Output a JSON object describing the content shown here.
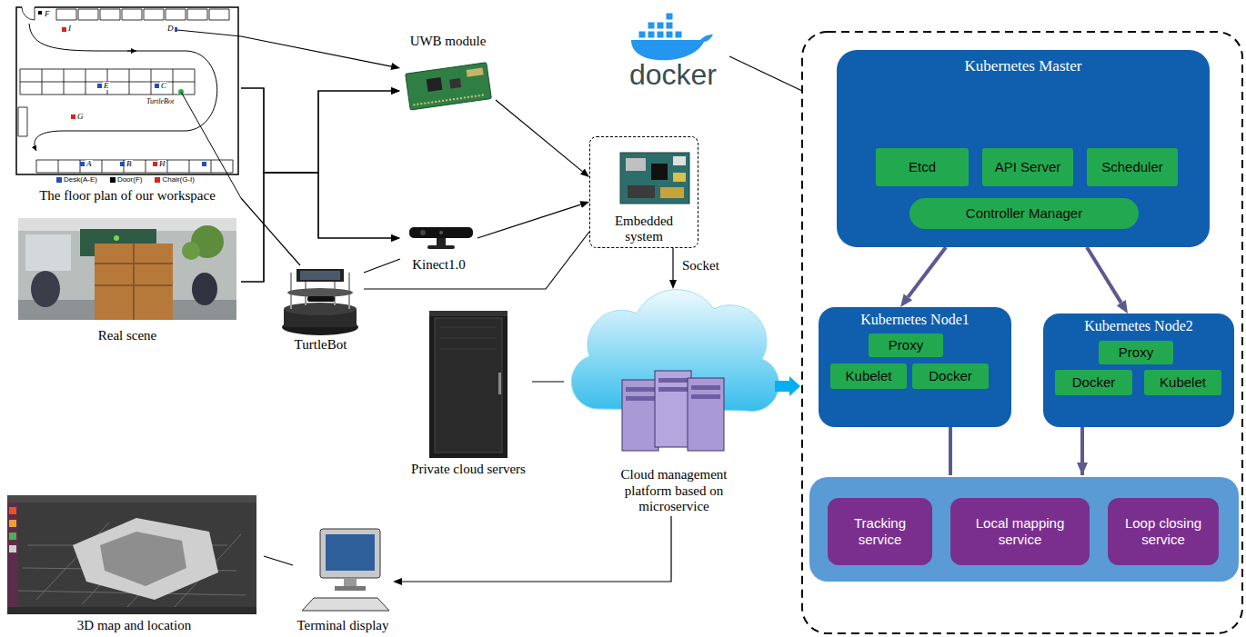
{
  "diagram": {
    "nodes": [
      {
        "text": [
          "The floor plan of our workspace"
        ]
      },
      {
        "text": [
          "Real scene"
        ]
      },
      {
        "text": [
          "UWB module"
        ]
      },
      {
        "text": [
          "Kinect1.0"
        ]
      },
      {
        "text": [
          "TurtleBot"
        ]
      },
      {
        "text": [
          "Embedded system"
        ]
      },
      {
        "text": [
          "Private cloud servers"
        ]
      },
      {
        "text": [
          "Cloud management platform based on microservice"
        ]
      },
      {
        "text": [
          "Terminal display"
        ]
      },
      {
        "text": [
          "3D map and location"
        ]
      },
      {
        "text": [
          "docker"
        ]
      },
      {
        "text": [
          "Kubernetes Master"
        ]
      },
      {
        "text": [
          "Etcd"
        ],
        "in": 11
      },
      {
        "text": [
          "API Server"
        ],
        "in": 11
      },
      {
        "text": [
          "Scheduler"
        ],
        "in": 11
      },
      {
        "text": [
          "Controller Manager"
        ],
        "in": 11
      },
      {
        "text": [
          "Kubernetes Node1"
        ]
      },
      {
        "text": [
          "Proxy"
        ],
        "in": 16
      },
      {
        "text": [
          "Kubelet"
        ],
        "in": 16
      },
      {
        "text": [
          "Docker"
        ],
        "in": 16
      },
      {
        "text": [
          "Kubernetes Node2"
        ]
      },
      {
        "text": [
          "Proxy"
        ],
        "in": 20
      },
      {
        "text": [
          "Docker"
        ],
        "in": 20
      },
      {
        "text": [
          "Kubelet"
        ],
        "in": 20
      },
      {
        "text": [
          "Tracking service"
        ]
      },
      {
        "text": [
          "Local mapping service"
        ]
      },
      {
        "text": [
          "Loop closing service"
        ]
      }
    ],
    "edges": [
      {
        "from": 0,
        "to": 2,
        "arrow": "to"
      },
      {
        "from": 0,
        "to": 2,
        "arrow": "to"
      },
      {
        "from": 0,
        "to": 3,
        "arrow": "to"
      },
      {
        "from": 1,
        "to": 2,
        "arrow": "to"
      },
      {
        "from": 1,
        "to": 3,
        "arrow": "to"
      },
      {
        "from": 0,
        "to": 4,
        "arrow": "none"
      },
      {
        "from": 4,
        "to": 3,
        "arrow": "none"
      },
      {
        "from": 4,
        "to": 5,
        "arrow": "none"
      },
      {
        "from": 2,
        "to": 5,
        "arrow": "to"
      },
      {
        "from": 3,
        "to": 5,
        "arrow": "to"
      },
      {
        "from": 5,
        "to": 7,
        "label": "Socket",
        "arrow": "to"
      },
      {
        "from": 6,
        "to": 7,
        "arrow": "none"
      },
      {
        "from": 7,
        "to": 8,
        "arrow": "to"
      },
      {
        "from": 9,
        "to": 8,
        "arrow": "none"
      },
      {
        "from": 11,
        "to": 16,
        "arrow": "to"
      },
      {
        "from": 11,
        "to": 20,
        "arrow": "to"
      }
    ],
    "labels": [
      "F",
      "I",
      "D",
      "E",
      "C",
      "G",
      "TurtleBot",
      "A",
      "B",
      "H"
    ],
    "legend": [
      {
        "text": "Desk(A-E)",
        "color": "#1f4fbf"
      },
      {
        "text": "Door(F)",
        "color": "#000000"
      },
      {
        "text": "Chair(G-I)",
        "color": "#e02020"
      }
    ]
  }
}
